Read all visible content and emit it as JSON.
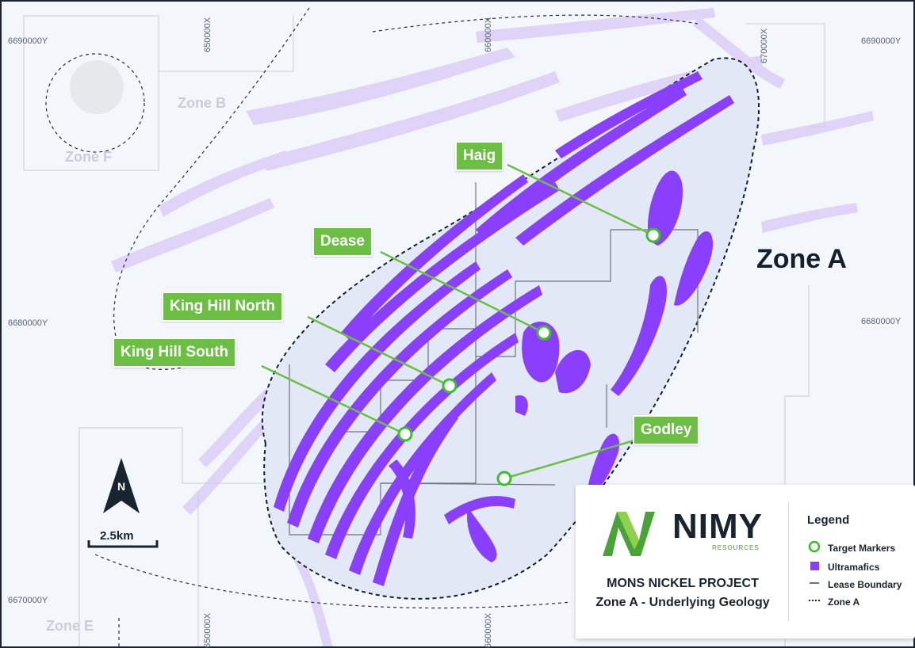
{
  "grid_labels": {
    "y_top": "6690000Y",
    "y_mid": "6680000Y",
    "y_bottom": "6670000Y",
    "x_650": "650000X",
    "x_660": "660000X",
    "x_670": "670000X"
  },
  "zones": {
    "zone_a": "Zone A",
    "zone_b": "Zone B",
    "zone_e": "Zone E",
    "zone_f": "Zone F"
  },
  "targets": [
    {
      "name": "Haig"
    },
    {
      "name": "Dease"
    },
    {
      "name": "King Hill North"
    },
    {
      "name": "King Hill South"
    },
    {
      "name": "Godley"
    }
  ],
  "north_arrow": "N",
  "scale_bar": "2.5km",
  "logo": {
    "word": "NIMY",
    "sub": "RESOURCES"
  },
  "project": {
    "title_line1": "MONS NICKEL PROJECT",
    "title_line2": "Zone A - Underlying Geology"
  },
  "legend": {
    "title": "Legend",
    "items": [
      {
        "label": "Target Markers",
        "icon": "target-marker-icon"
      },
      {
        "label": "Ultramafics",
        "icon": "ultramafics-swatch-icon",
        "color": "#8a3ffc"
      },
      {
        "label": "Lease Boundary",
        "icon": "lease-boundary-line-icon"
      },
      {
        "label": "Zone A",
        "icon": "zone-a-dashed-line-icon"
      }
    ]
  },
  "colors": {
    "ultramafics": "#8a3ffc",
    "target_green": "#6cbf44",
    "zone_a_text": "#14202e"
  }
}
